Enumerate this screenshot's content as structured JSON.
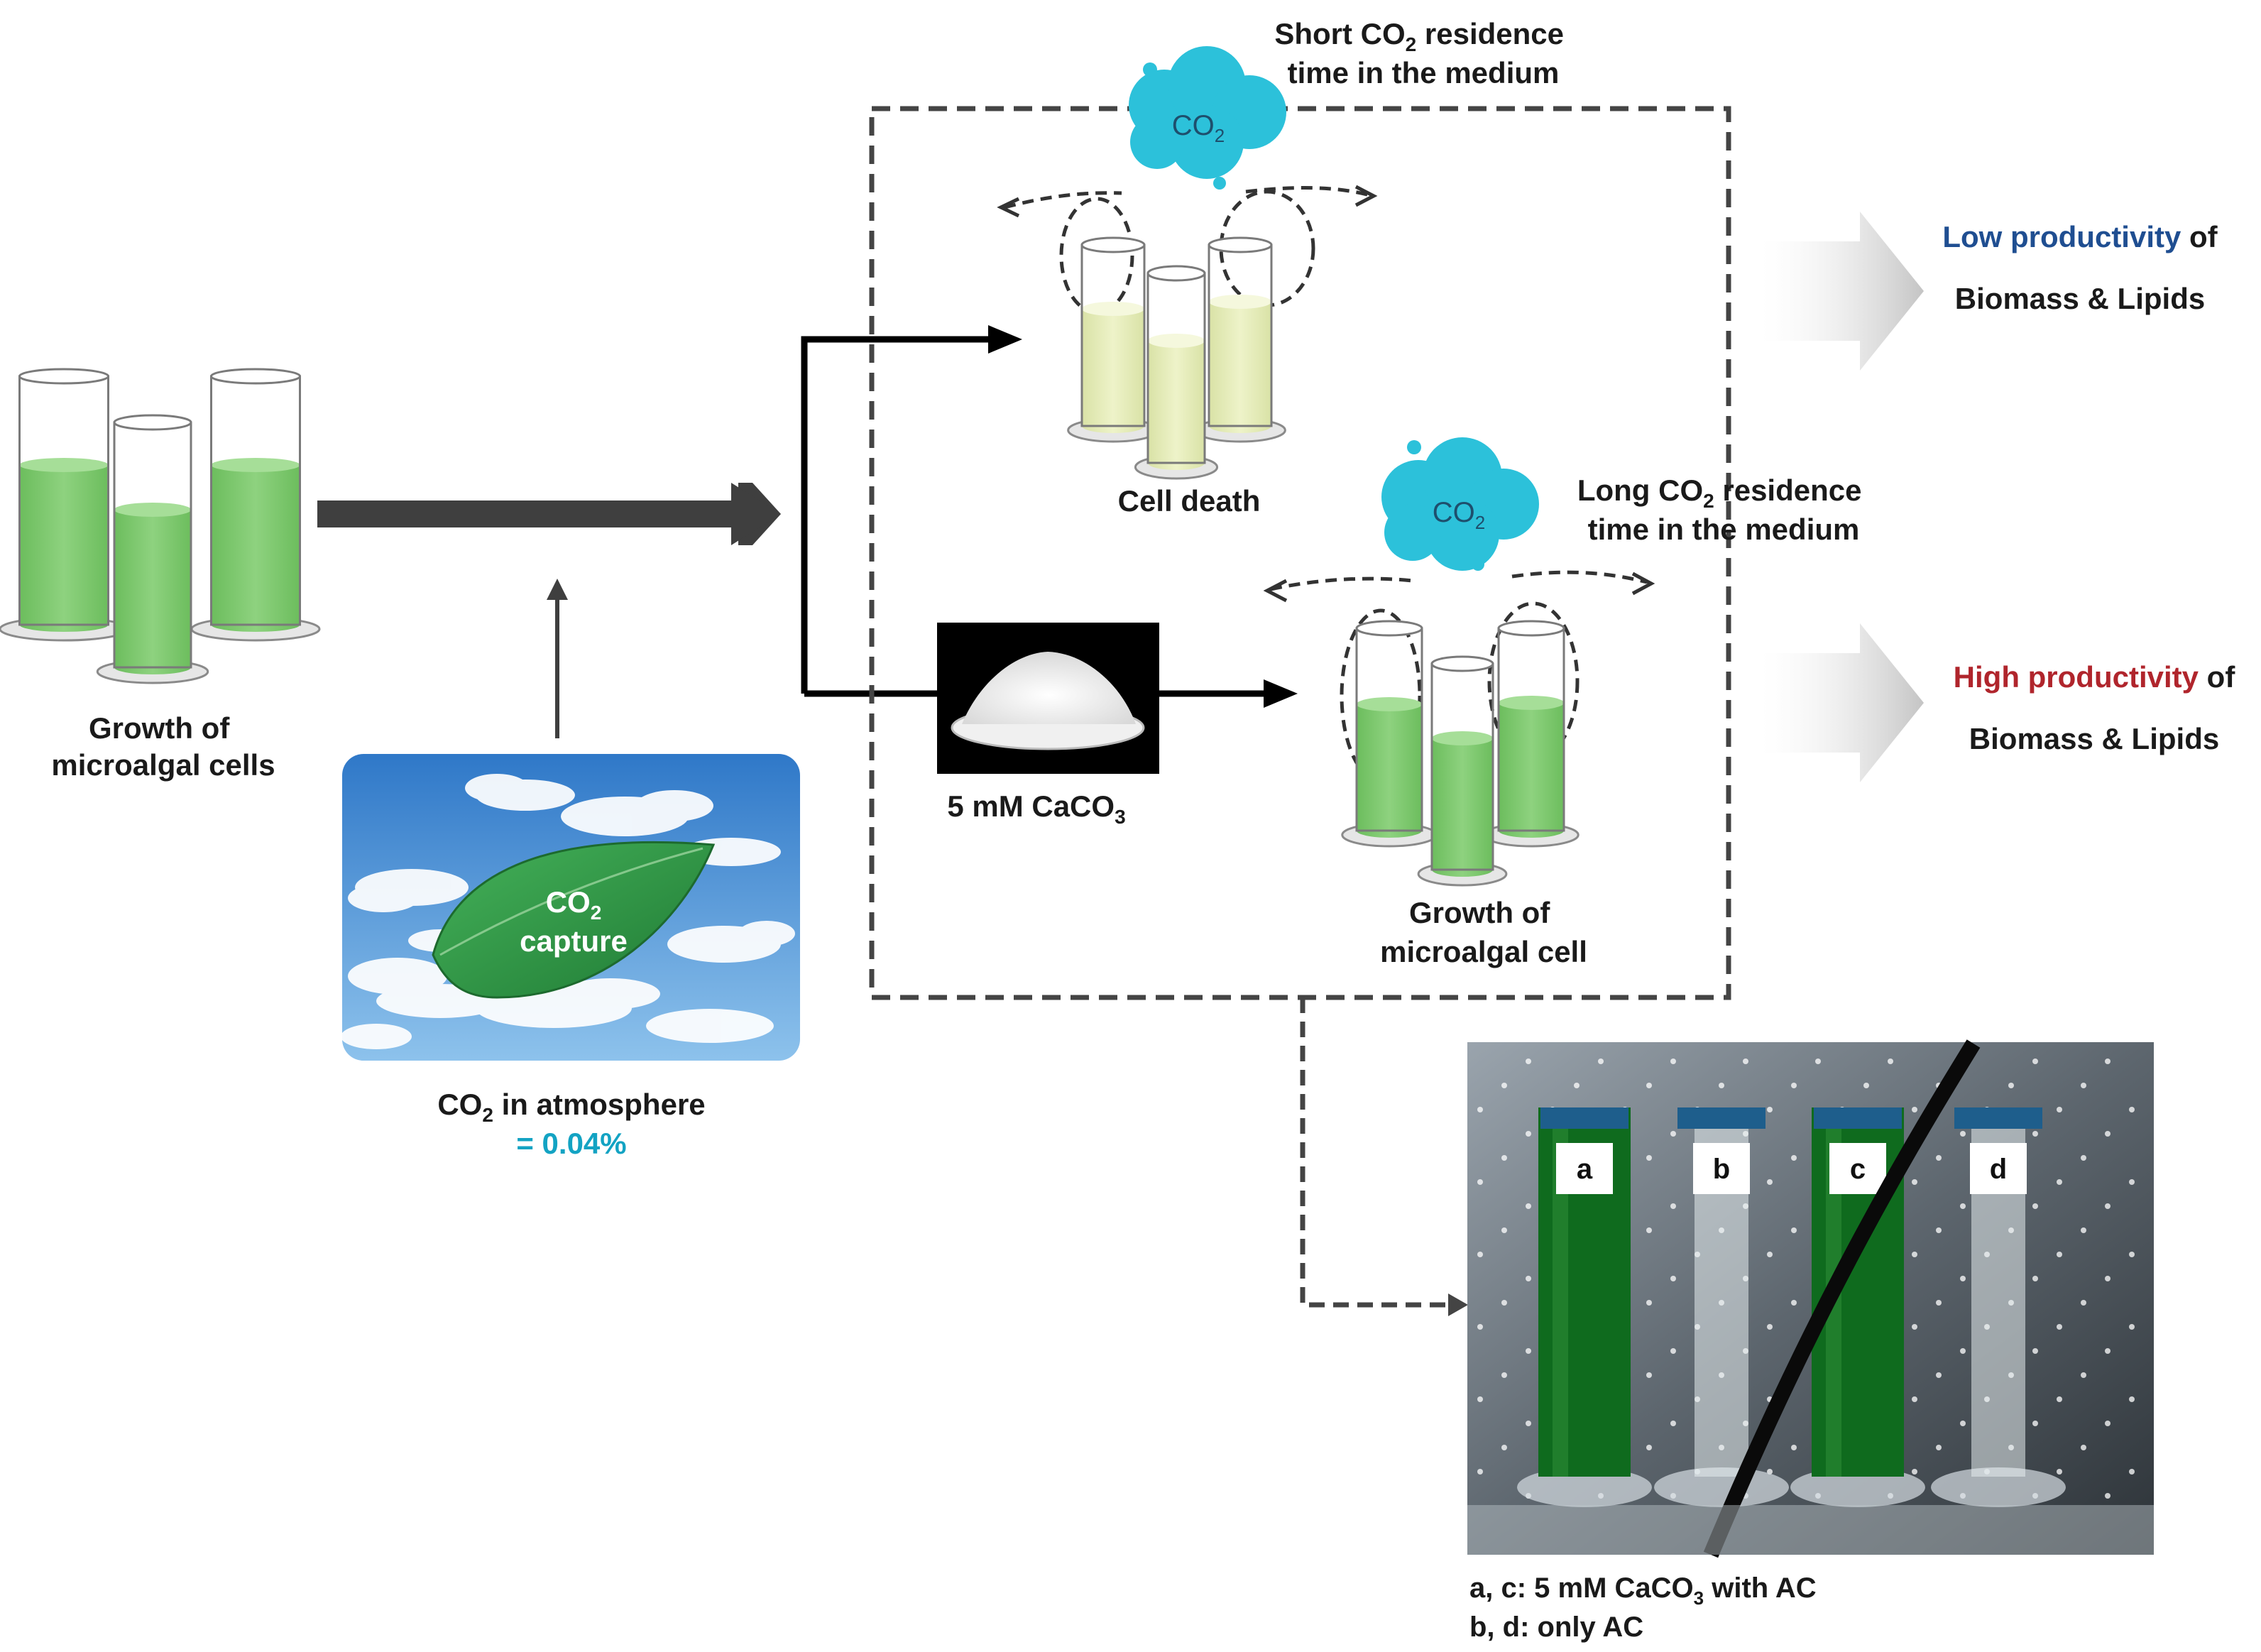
{
  "growth_left": {
    "line1": "Growth of",
    "line2": "microalgal cells"
  },
  "atmosphere": {
    "leaf_co2": "CO",
    "leaf_co2_sub": "2",
    "leaf_capture": "capture",
    "caption_co": "CO",
    "caption_sub": "2",
    "caption_rest": " in atmosphere",
    "value": "= 0.04%"
  },
  "short_residence": {
    "line1_pre": "Short CO",
    "line1_sub": "2",
    "line1_post": " residence",
    "line2": "time in the medium"
  },
  "long_residence": {
    "line1_pre": "Long CO",
    "line1_sub": "2",
    "line1_post": " residence",
    "line2": "time in the medium"
  },
  "cloud_label": "CO",
  "cloud_label_sub": "2",
  "cell_death": "Cell death",
  "caco3": {
    "pre": "5 mM CaCO",
    "sub": "3"
  },
  "growth_right": {
    "line1": "Growth of",
    "line2": "microalgal cell"
  },
  "outcome_low": {
    "word": "Low productivity",
    "of": " of",
    "line2": "Biomass & Lipids"
  },
  "outcome_high": {
    "word": "High productivity",
    "of": " of",
    "line2": "Biomass & Lipids"
  },
  "photo": {
    "tubes": [
      "a",
      "b",
      "c",
      "d"
    ],
    "legend1_pre": "a, c:  5 mM CaCO",
    "legend1_sub": "3",
    "legend1_post": " with AC",
    "legend2": "b, d:  only AC"
  },
  "colors": {
    "medium_green": "#7dc66e",
    "medium_pale": "#e3ebb9",
    "cloud": "#2cc1da",
    "sky": "#3d8ad8",
    "leaf": "#2e9a44",
    "low_accent": "#1f4e91",
    "high_accent": "#b0252c",
    "value_accent": "#13a3c3"
  }
}
